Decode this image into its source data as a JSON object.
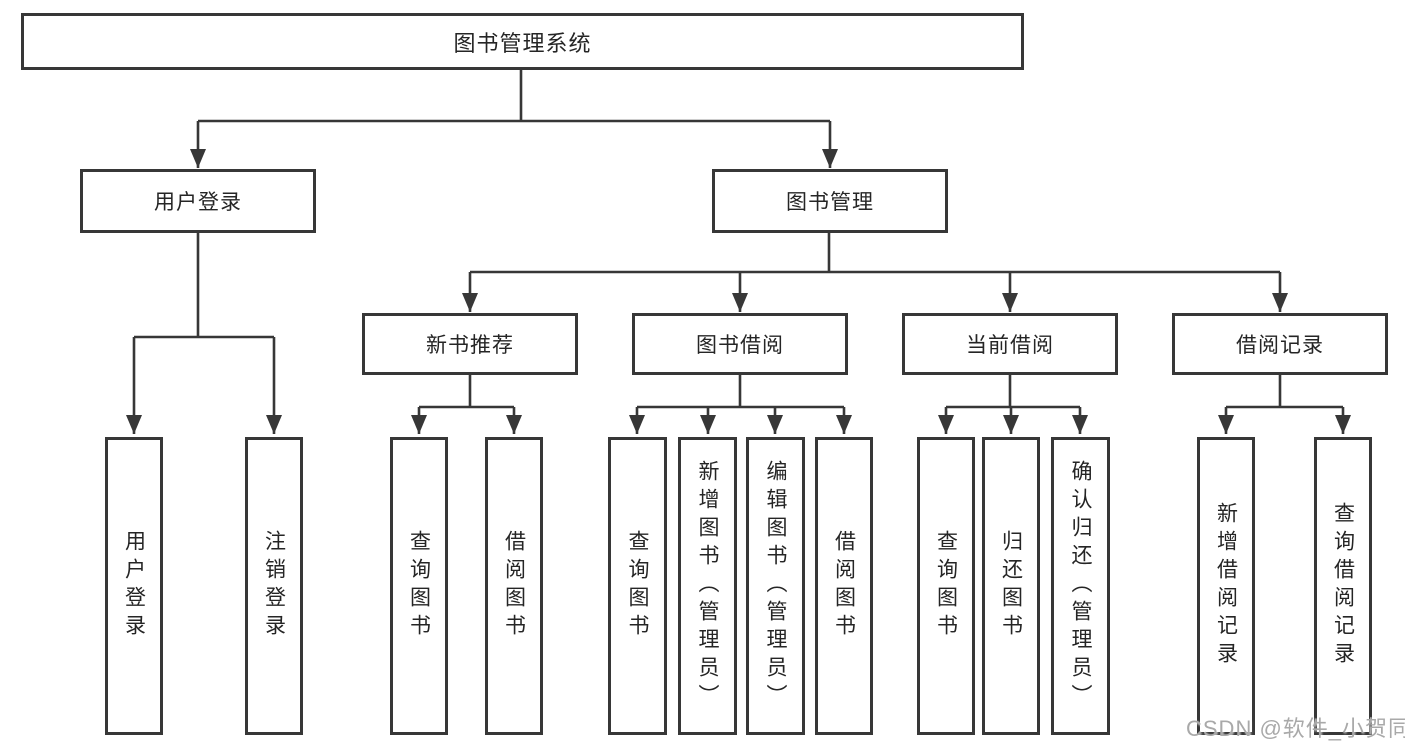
{
  "diagram": {
    "root": {
      "label": "图书管理系统"
    },
    "level2": [
      {
        "label": "用户登录"
      },
      {
        "label": "图书管理"
      }
    ],
    "level3": [
      {
        "label": "新书推荐"
      },
      {
        "label": "图书借阅"
      },
      {
        "label": "当前借阅"
      },
      {
        "label": "借阅记录"
      }
    ],
    "leaves": {
      "user_login": [
        "用户登录",
        "注销登录"
      ],
      "new_book": [
        "查询图书",
        "借阅图书"
      ],
      "book_borrow": [
        "查询图书",
        "新增图书（管理员）",
        "编辑图书（管理员）",
        "借阅图书"
      ],
      "current_borrow": [
        "查询图书",
        "归还图书",
        "确认归还（管理员）"
      ],
      "borrow_record": [
        "新增借阅记录",
        "查询借阅记录"
      ]
    }
  },
  "watermark": {
    "text": "CSDN @软件_小贺同学"
  },
  "colors": {
    "line": "#373737",
    "text": "#252525",
    "watermark": "#a9a9a9",
    "background": "#ffffff"
  }
}
